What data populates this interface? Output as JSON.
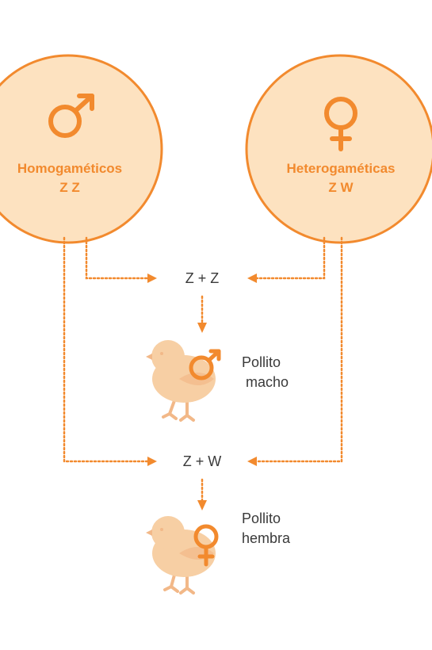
{
  "colors": {
    "accent": "#f28a2e",
    "circle_fill": "#fde2c0",
    "chick_body": "#f7cfa4",
    "chick_shade": "#f2b888",
    "text_dark": "#3a3a3a"
  },
  "parents": {
    "male": {
      "title": "Homogaméticos",
      "genotype": "Z Z",
      "icon": "male-symbol-icon"
    },
    "female": {
      "title": "Heterogaméticas",
      "genotype": "Z W",
      "icon": "female-symbol-icon"
    }
  },
  "crosses": [
    {
      "formula": "Z + Z",
      "offspring_line1": "Pollito",
      "offspring_line2": "macho",
      "icon": "male-symbol-icon"
    },
    {
      "formula": "Z + W",
      "offspring_line1": "Pollito",
      "offspring_line2": "hembra",
      "icon": "female-symbol-icon"
    }
  ]
}
